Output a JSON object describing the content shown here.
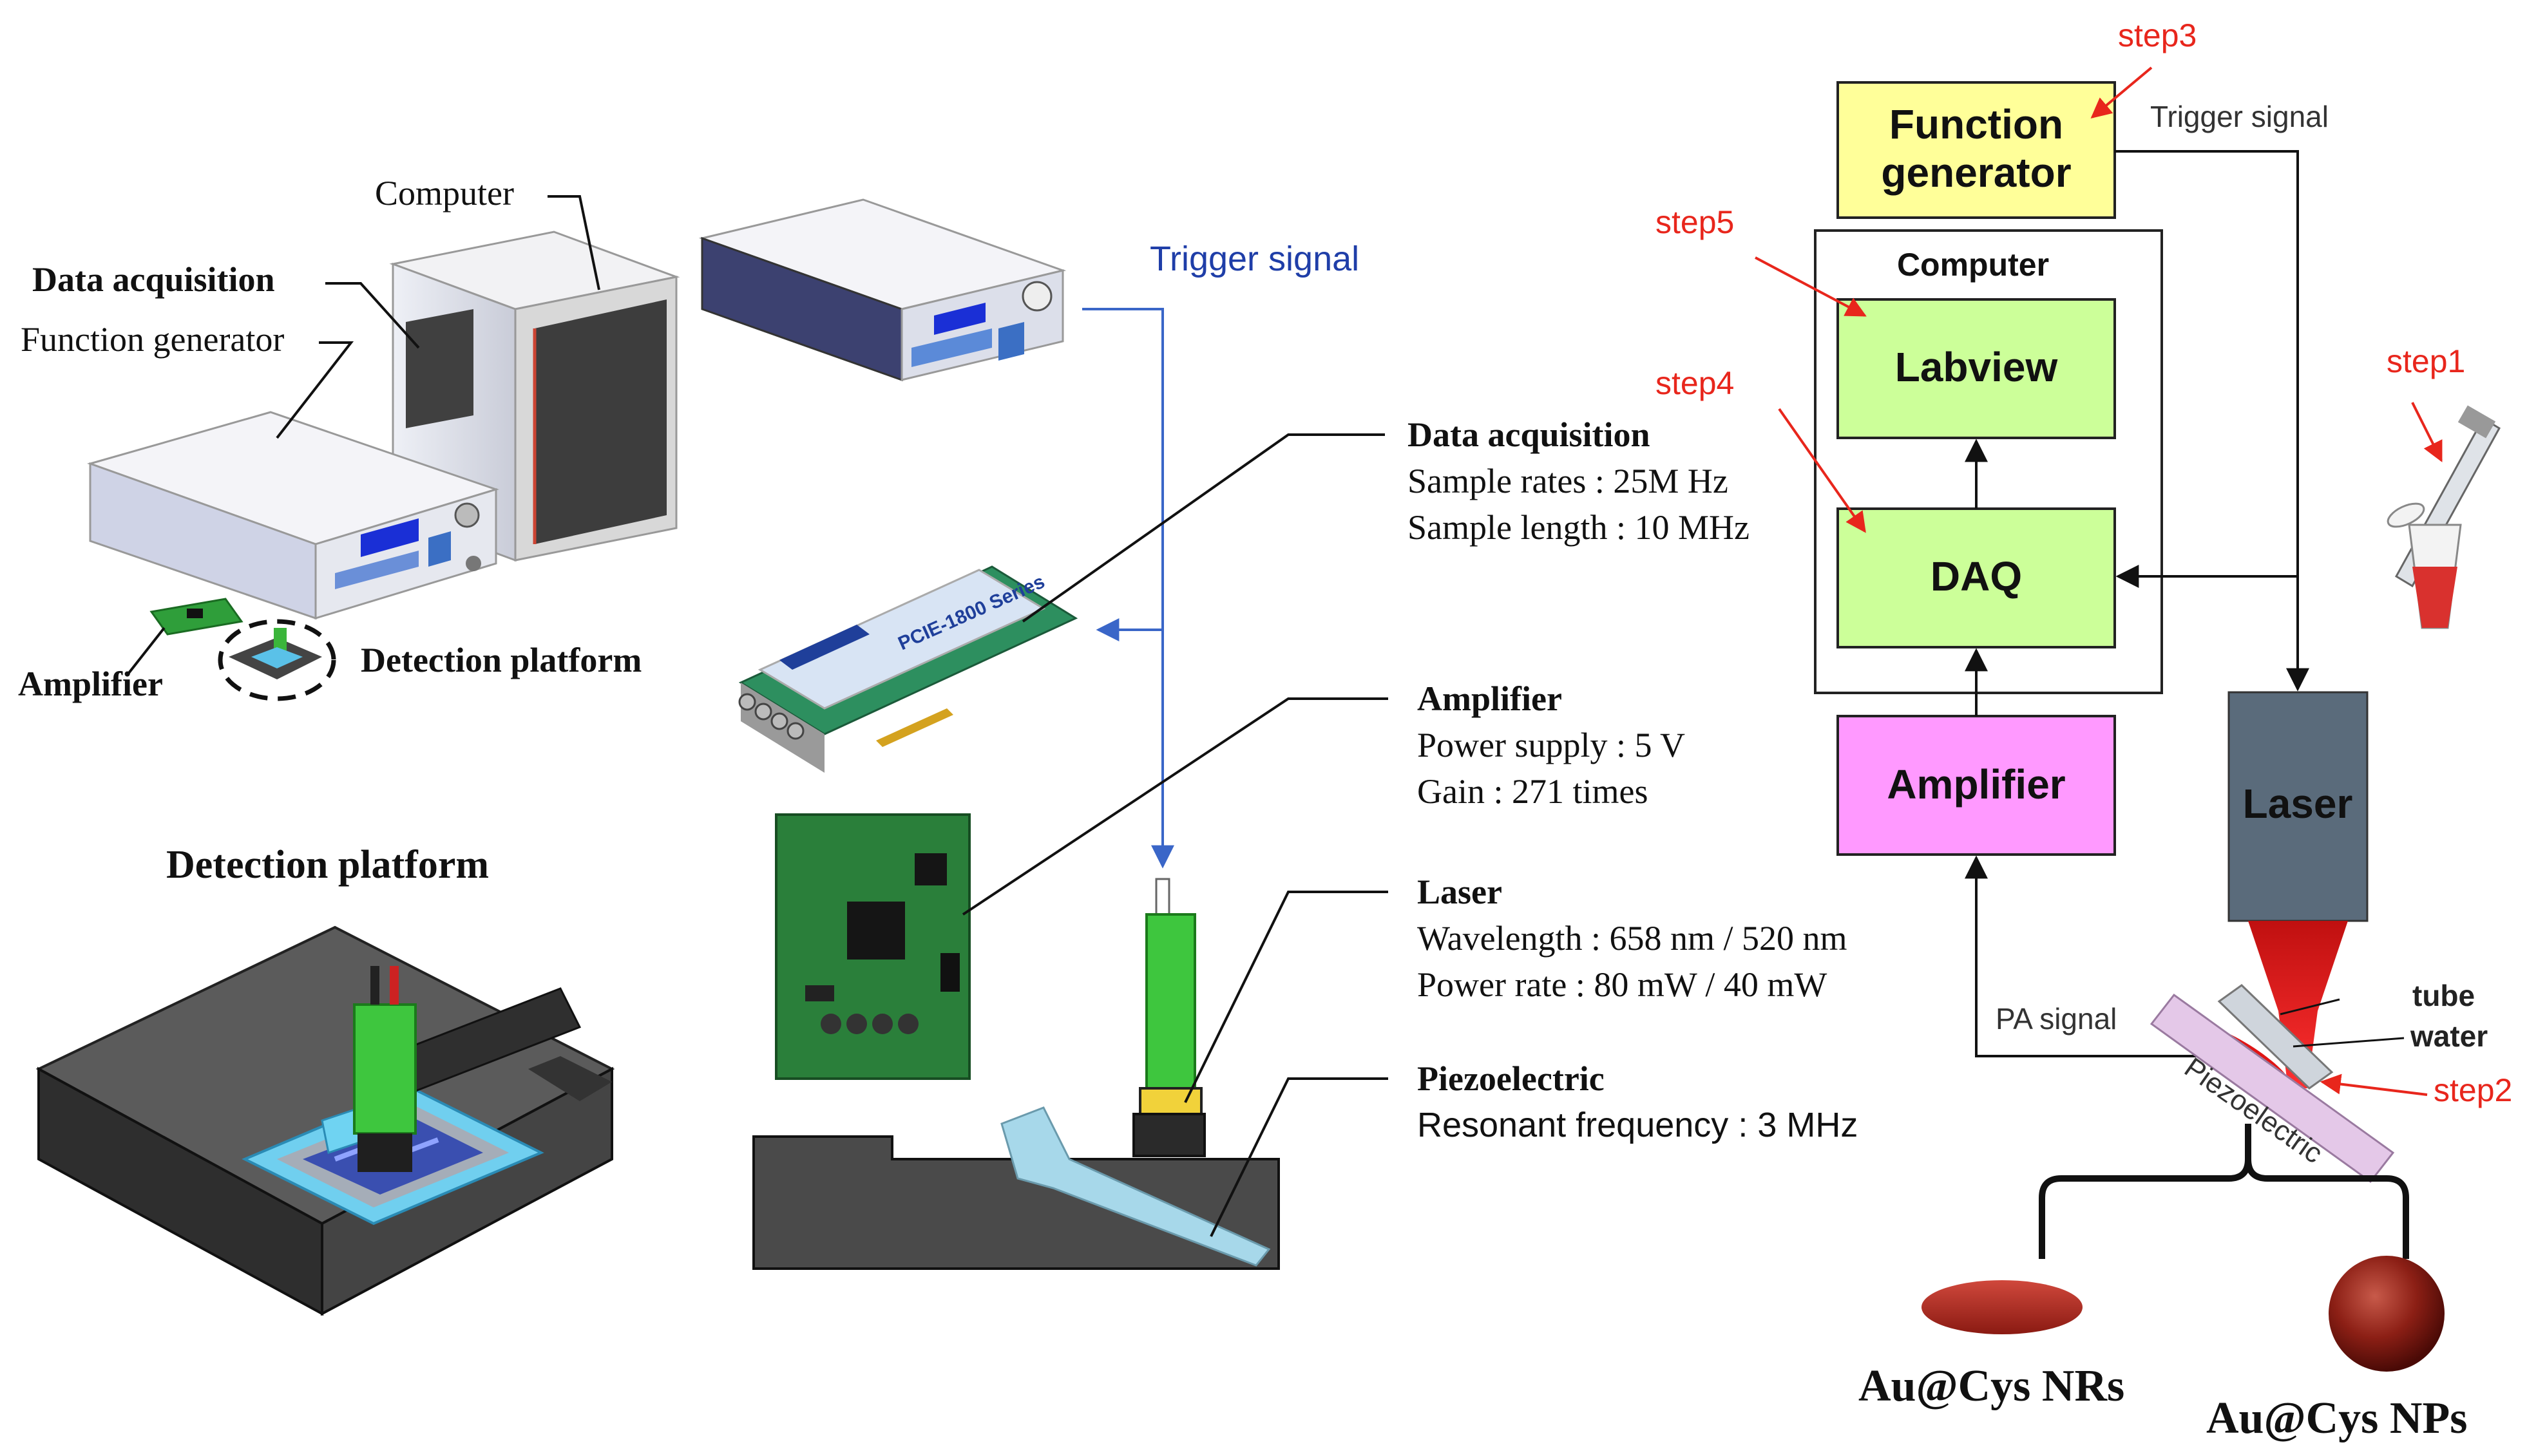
{
  "left_panel": {
    "labels": {
      "computer": "Computer",
      "data_acquisition": "Data acquisition",
      "function_generator": "Function generator",
      "amplifier": "Amplifier",
      "detection_platform": "Detection platform"
    },
    "detection_platform_title": "Detection platform"
  },
  "middle_panel": {
    "trigger_signal": "Trigger signal",
    "specs": {
      "daq": {
        "title": "Data acquisition",
        "lines": [
          "Sample rates : 25M Hz",
          "Sample length : 10 MHz"
        ]
      },
      "amplifier": {
        "title": "Amplifier",
        "lines": [
          "Power supply : 5 V",
          "Gain : 271  times"
        ]
      },
      "laser": {
        "title": "Laser",
        "lines": [
          "Wavelength : 658 nm / 520 nm",
          "Power rate : 80 mW / 40 mW"
        ]
      },
      "piezo": {
        "title": "Piezoelectric",
        "lines": [
          "Resonant frequency : 3 MHz"
        ]
      }
    },
    "card_label": "PCIE-1800 Series"
  },
  "flow": {
    "function_generator": [
      "Function",
      "generator"
    ],
    "computer": "Computer",
    "labview": "Labview",
    "daq": "DAQ",
    "amplifier": "Amplifier",
    "laser": "Laser",
    "trigger_signal": "Trigger signal",
    "pa_signal": "PA signal",
    "piezoelectric": "Piezoelectric",
    "tube": "tube",
    "water": "water",
    "steps": {
      "step1": "step1",
      "step2": "step2",
      "step3": "step3",
      "step4": "step4",
      "step5": "step5"
    },
    "nanorods": "Au@Cys NRs",
    "nanoparticles": "Au@Cys NPs"
  },
  "colors": {
    "function_generator_fill": "#ffff99",
    "labview_fill": "#ccff99",
    "daq_fill": "#ccff99",
    "amplifier_fill": "#ff99ff",
    "laser_fill": "#5a6b7b",
    "step_red": "#e8261c",
    "trigger_blue": "#1f3ea8",
    "laser_beam": "#e21a1a",
    "piezo_fill": "#e4c8e8"
  }
}
